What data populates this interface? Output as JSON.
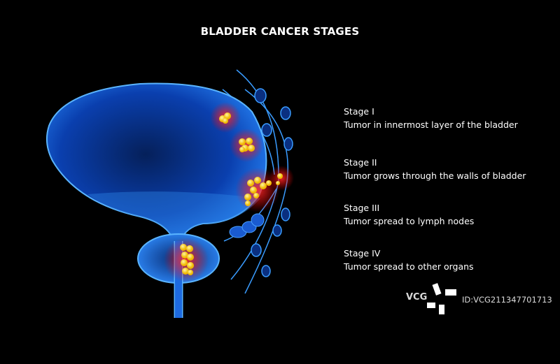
{
  "title": "BLADDER CANCER STAGES",
  "stages": [
    {
      "name": "Stage I",
      "description": "Tumor in innermost layer of the bladder"
    },
    {
      "name": "Stage II",
      "description": "Tumor grows through the walls of bladder"
    },
    {
      "name": "Stage III",
      "description": "Tumor spread to lymph nodes"
    },
    {
      "name": "Stage IV",
      "description": "Tumor spread to other organs"
    }
  ],
  "watermark": {
    "logo": "VCG",
    "id": "ID:VCG211347701713"
  },
  "colors": {
    "bladder": "#1e6fff",
    "tumor": "#ffd400",
    "glow": "#ff2020",
    "lymph": "#3a9cff"
  }
}
